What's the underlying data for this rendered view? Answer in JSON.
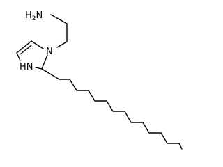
{
  "molecule": {
    "labels": {
      "amine": "H2N",
      "amine_prefix": "H",
      "amine_sub": "2",
      "amine_suffix": "N",
      "ring_n": "N",
      "ring_nh": "HN"
    },
    "colors": {
      "bond": "#000000",
      "background": "#ffffff"
    }
  }
}
